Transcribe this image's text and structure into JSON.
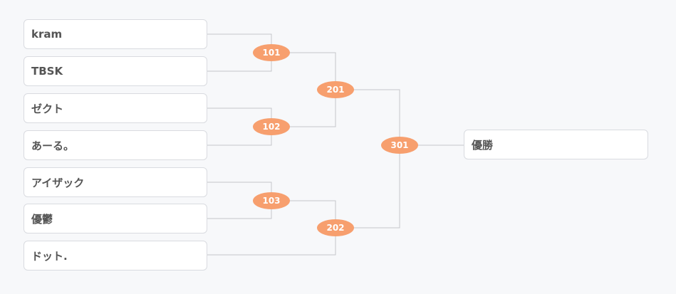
{
  "bracket": {
    "participants": [
      {
        "name": "kram"
      },
      {
        "name": "TBSK"
      },
      {
        "name": "ゼクト"
      },
      {
        "name": "あーる。"
      },
      {
        "name": "アイザック"
      },
      {
        "name": "優鬱"
      },
      {
        "name": "ドット."
      }
    ],
    "matches": {
      "m101": "101",
      "m102": "102",
      "m103": "103",
      "m201": "201",
      "m202": "202",
      "m301": "301"
    },
    "winner_label": "優勝"
  },
  "colors": {
    "badge": "#f79f6e",
    "line": "#c4c6cb",
    "box_border": "#d9dbe0",
    "background": "#f7f8fa",
    "text": "#555555"
  }
}
